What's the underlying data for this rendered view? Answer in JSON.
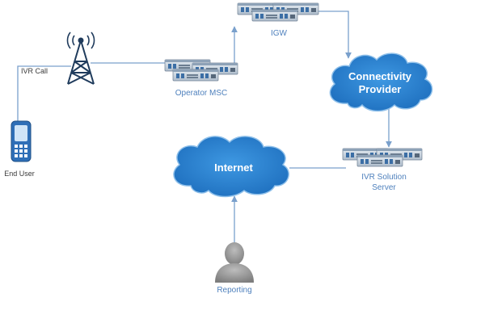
{
  "nodes": {
    "igw": {
      "label": "IGW",
      "icon": "server-rack-icon"
    },
    "operator_msc": {
      "label": "Operator MSC",
      "icon": "server-rack-icon"
    },
    "tower": {
      "icon": "cell-tower-icon"
    },
    "end_user": {
      "label": "End User",
      "icon": "mobile-phone-icon"
    },
    "ivr_call": {
      "label": "IVR Call"
    },
    "connectivity_provider": {
      "label_line1": "Connectivity",
      "label_line2": "Provider",
      "icon": "cloud-icon"
    },
    "internet": {
      "label": "Internet",
      "icon": "cloud-icon"
    },
    "ivr_server": {
      "label_line1": "IVR Solution",
      "label_line2": "Server",
      "icon": "server-rack-icon"
    },
    "reporting": {
      "label": "Reporting",
      "icon": "user-silhouette-icon"
    }
  },
  "colors": {
    "cloud_fill": "#2e86d4",
    "cloud_stroke": "#8fc0ea",
    "edge": "#7aa0cc",
    "label_blue": "#4f81bd",
    "server_face": "#c8d3de",
    "phone_blue": "#2f6fb7"
  }
}
